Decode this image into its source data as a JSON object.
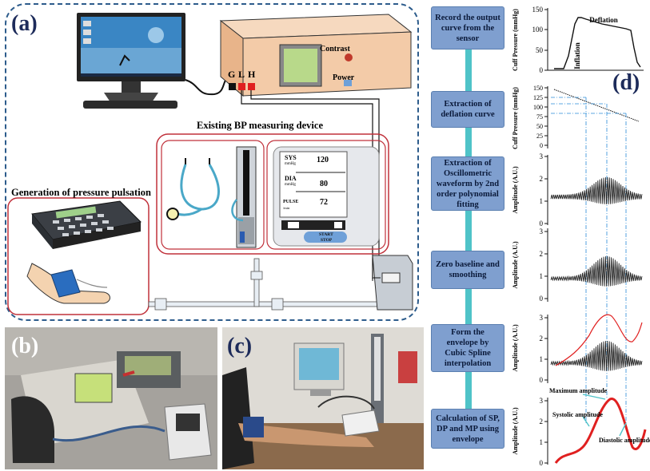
{
  "panel_a": {
    "label": "(a)",
    "gen_title": "Generation of pressure pulsation",
    "bp_title": "Existing BP measuring device",
    "device": {
      "contrast": "Contrast",
      "power": "Power",
      "g": "G",
      "l": "L",
      "h": "H"
    },
    "monitor": {
      "sys_label": "SYS",
      "sys_unit": "mmHg",
      "sys_value": "120",
      "dia_label": "DIA",
      "dia_unit": "mmHg",
      "dia_value": "80",
      "pulse_label": "PULSE",
      "pulse_unit": "/min",
      "pulse_value": "72",
      "start": "START",
      "stop": "STOP"
    }
  },
  "panel_b": {
    "label": "(b)"
  },
  "panel_c": {
    "label": "(c)"
  },
  "panel_d": {
    "label": "(d)"
  },
  "flow": [
    {
      "lines": [
        "Record the output",
        "curve from the",
        "sensor"
      ]
    },
    {
      "lines": [
        "Extraction of",
        "deflation curve"
      ]
    },
    {
      "lines": [
        "Extraction of",
        "Oscillometric",
        "waveform by 2nd",
        "order polynomial",
        "fitting"
      ]
    },
    {
      "lines": [
        "Zero baseline and",
        "smoothing"
      ]
    },
    {
      "lines": [
        "Form the",
        "envelope by",
        "Cubic Spline",
        "interpolation"
      ]
    },
    {
      "lines": [
        "Calculation of SP,",
        "DP and MP using",
        "envelope"
      ]
    }
  ],
  "charts": {
    "cuff": {
      "ylabel": "Cuff Pressure (mmHg)",
      "ticks": [
        "0",
        "50",
        "100",
        "150"
      ],
      "deflation": "Deflation",
      "inflation": "Inflation"
    },
    "cuff2": {
      "ylabel": "Cuff Pressure (mmHg)",
      "ticks": [
        "0",
        "25",
        "50",
        "75",
        "100",
        "125",
        "150"
      ]
    },
    "amp1": {
      "ylabel": "Amplitude (A.U.)",
      "ticks": [
        "0",
        "1",
        "2",
        "3"
      ]
    },
    "amp2": {
      "ylabel": "Amplitude (A.U.)",
      "ticks": [
        "0",
        "1",
        "2",
        "3"
      ]
    },
    "amp3": {
      "ylabel": "Amplitude (A.U.)",
      "ticks": [
        "0",
        "1",
        "2",
        "3"
      ]
    },
    "amp4": {
      "ylabel": "Amplitude (A.U.)",
      "ticks": [
        "0",
        "1",
        "2",
        "3"
      ],
      "max_amp": "Maximum amplitude",
      "sys_amp": "Systolic amplitude",
      "dia_amp": "Diastolic amplitude"
    }
  },
  "colors": {
    "flow_box": "#7f9fcf",
    "arrow": "#4fc3c8",
    "red": "#e02020",
    "dash": "#2d5c8c"
  }
}
